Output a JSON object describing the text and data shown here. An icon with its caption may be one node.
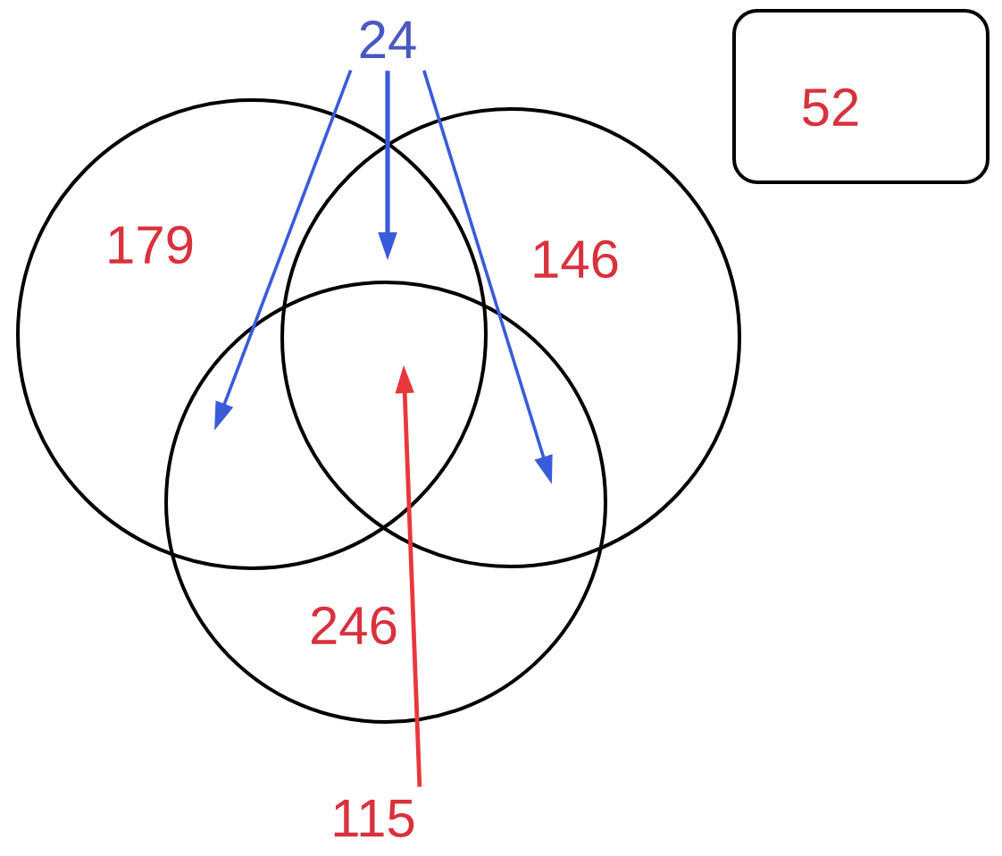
{
  "diagram": {
    "nodes": [
      {
        "text": [
          "24"
        ]
      },
      {
        "text": [
          "52"
        ]
      },
      {
        "text": [
          "115"
        ]
      }
    ],
    "edges": [
      {
        "from": 0,
        "to": null,
        "arrow": "to"
      },
      {
        "from": 0,
        "to": null,
        "arrow": "to"
      },
      {
        "from": 0,
        "to": null,
        "arrow": "to"
      },
      {
        "from": 2,
        "to": null,
        "arrow": "to",
        "color": "#e8383d"
      }
    ],
    "labels": [
      "179",
      "146",
      "246"
    ]
  }
}
